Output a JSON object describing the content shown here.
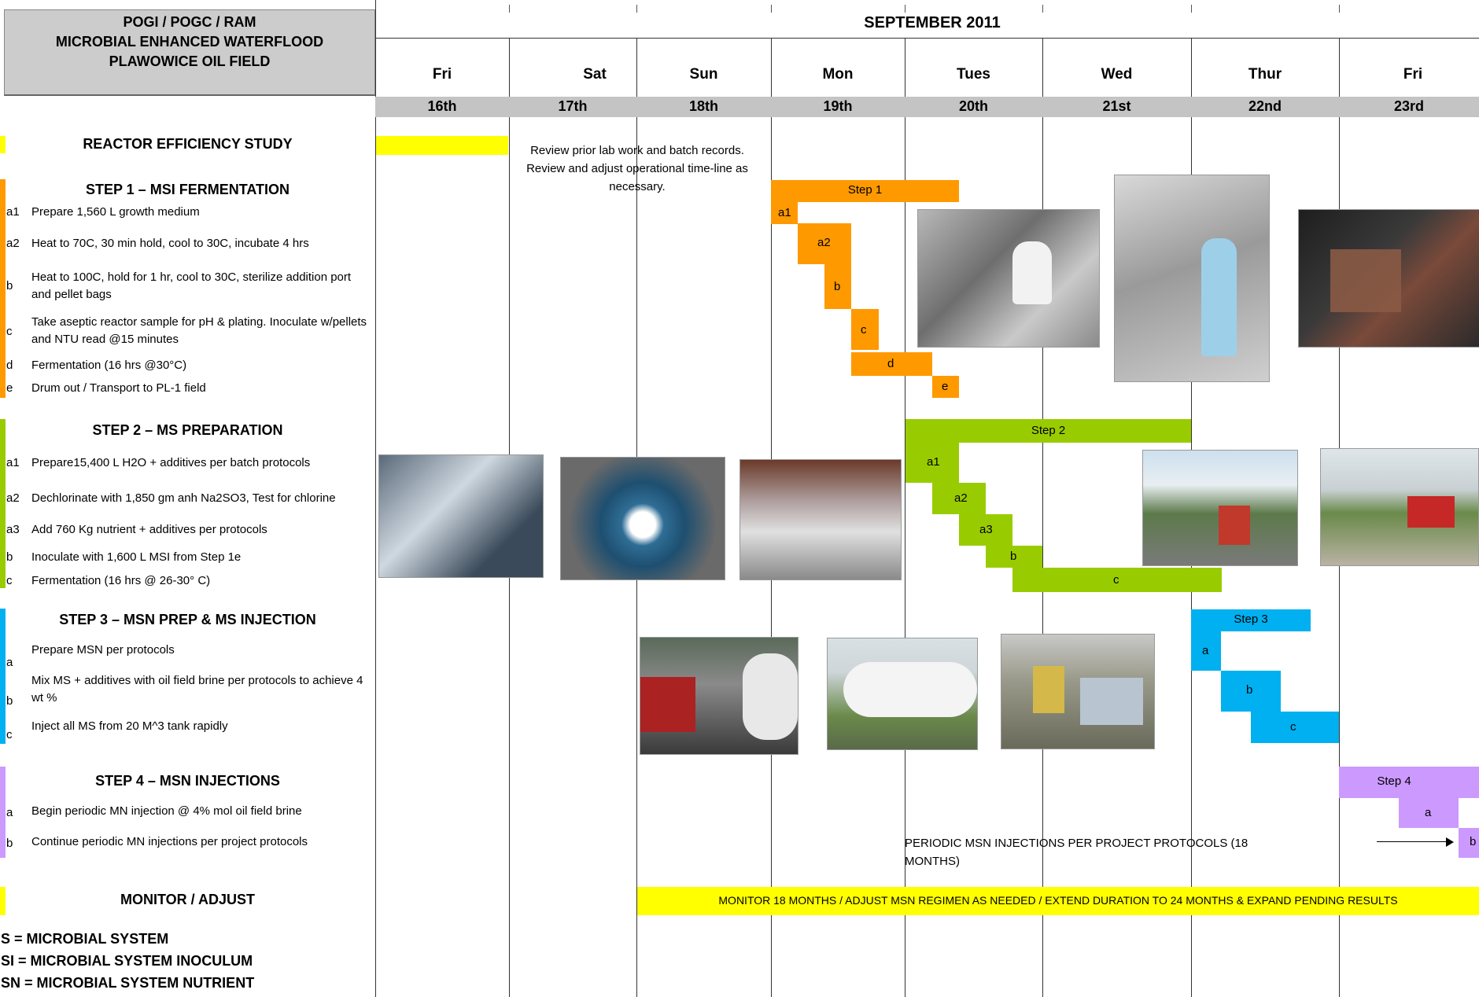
{
  "header": {
    "title_line1": "POGI / POGC / RAM",
    "title_line2": "MICROBIAL ENHANCED WATERFLOOD",
    "title_line3": "PLAWOWICE OIL FIELD",
    "month": "SEPTEMBER 2011"
  },
  "days": [
    {
      "name": "Fri",
      "date": "16th"
    },
    {
      "name": "Sat",
      "date": "17th"
    },
    {
      "name": "Sun",
      "date": "18th"
    },
    {
      "name": "Mon",
      "date": "19th"
    },
    {
      "name": "Tues",
      "date": "20th"
    },
    {
      "name": "Wed",
      "date": "21st"
    },
    {
      "name": "Thur",
      "date": "22nd"
    },
    {
      "name": "Fri",
      "date": "23rd"
    }
  ],
  "sections": {
    "reactor": {
      "title": "REACTOR EFFICIENCY STUDY"
    },
    "step1": {
      "title": "STEP 1 – MSI FERMENTATION",
      "tasks": [
        {
          "letter": "a1",
          "text": "Prepare 1,560 L growth medium"
        },
        {
          "letter": "a2",
          "text": "Heat to 70C, 30 min hold, cool to 30C, incubate 4 hrs"
        },
        {
          "letter": "b",
          "text": "Heat to 100C, hold for 1 hr, cool to 30C, sterilize addition port and pellet bags"
        },
        {
          "letter": "c",
          "text": "Take aseptic reactor sample for pH & plating.  Inoculate w/pellets and NTU read @15 minutes"
        },
        {
          "letter": "d",
          "text": "Fermentation (16 hrs @30°C)"
        },
        {
          "letter": "e",
          "text": "Drum out / Transport to PL-1 field"
        }
      ]
    },
    "step2": {
      "title": "STEP 2 – MS PREPARATION",
      "tasks": [
        {
          "letter": "a1",
          "text": "Prepare15,400 L H2O + additives per batch protocols"
        },
        {
          "letter": "a2",
          "text": "Dechlorinate with 1,850 gm anh Na2SO3, Test for chlorine"
        },
        {
          "letter": "a3",
          "text": "Add 760 Kg nutrient + additives per protocols"
        },
        {
          "letter": "b",
          "text": "Inoculate with 1,600 L MSI from Step 1e"
        },
        {
          "letter": "c",
          "text": "Fermentation (16 hrs @ 26-30° C)"
        }
      ]
    },
    "step3": {
      "title": "STEP 3 – MSN PREP & MS INJECTION",
      "tasks": [
        {
          "letter": "a",
          "text": "Prepare MSN per protocols"
        },
        {
          "letter": "b",
          "text": "Mix MS + additives with oil field brine per protocols to achieve 4 wt %"
        },
        {
          "letter": "c",
          "text": "Inject all MS from 20 M^3 tank rapidly"
        }
      ]
    },
    "step4": {
      "title": "STEP 4 – MSN INJECTIONS",
      "tasks": [
        {
          "letter": "a",
          "text": "Begin periodic MN injection @ 4% mol oil field brine"
        },
        {
          "letter": "b",
          "text": "Continue periodic MN injections per project protocols"
        }
      ]
    },
    "monitor": {
      "title": "MONITOR / ADJUST"
    }
  },
  "gantt": {
    "review_note_line1": "Review prior lab work and batch records.",
    "review_note_line2": "Review and adjust operational time-line as",
    "review_note_line3": "necessary.",
    "step1_label": "Step 1",
    "step2_label": "Step 2",
    "step3_label": "Step 3",
    "step4_label": "Step 4",
    "periodic_note": "PERIODIC MSN INJECTIONS PER PROJECT PROTOCOLS (18 MONTHS)",
    "monitor_note": "MONITOR 18 MONTHS / ADJUST MSN REGIMEN AS NEEDED / EXTEND DURATION TO 24 MONTHS & EXPAND PENDING RESULTS"
  },
  "legend": {
    "ms": "MS = MICROBIAL SYSTEM",
    "msi": "MSI =  MICROBIAL SYSTEM INOCULUM",
    "msn": "MSN =  MICROBIAL SYSTEM NUTRIENT"
  },
  "colors": {
    "yellow": "#ffff00",
    "orange": "#ff9900",
    "green": "#99cc00",
    "blue": "#00b0f0",
    "purple": "#cc99ff",
    "header_gray": "#cccccc"
  }
}
